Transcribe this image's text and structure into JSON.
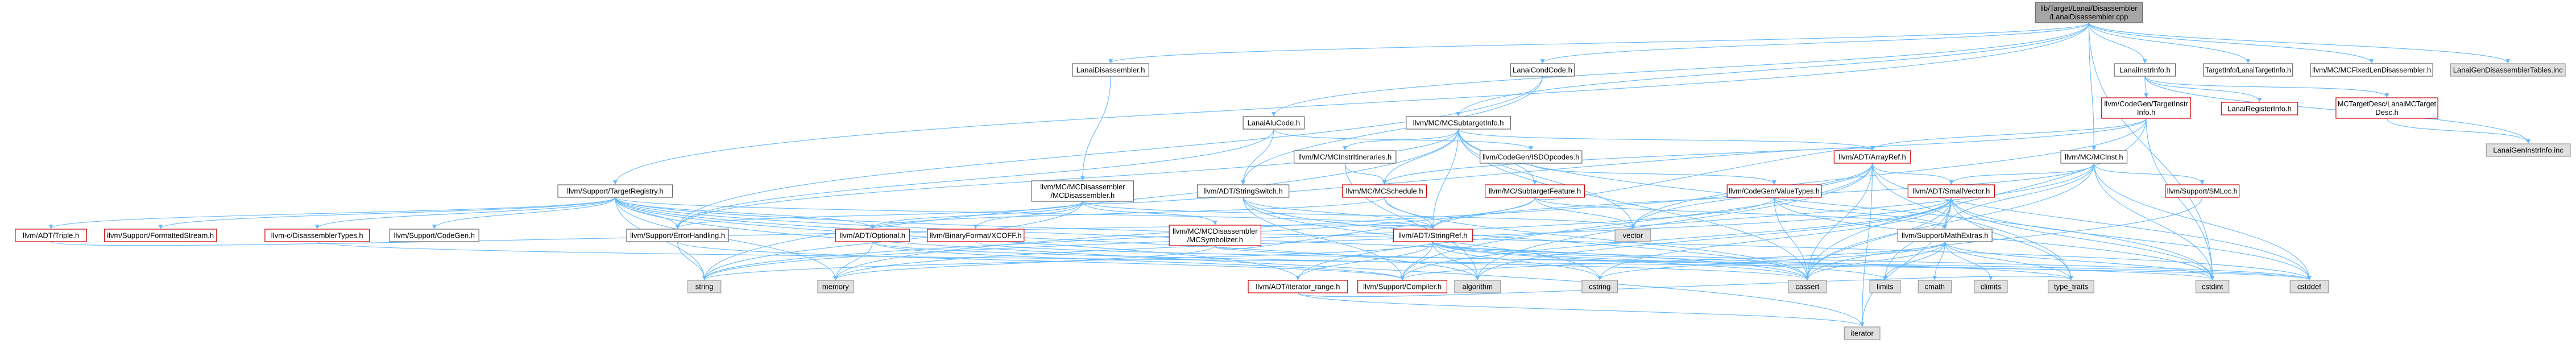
{
  "colors": {
    "edge": "#63b8ff",
    "root_fill": "#a6a6a6",
    "missing_border": "#cc0000",
    "system_fill": "#e0e0e0"
  },
  "nodes": [
    {
      "id": "root",
      "kind": "root",
      "label": [
        "lib/Target/Lanai/Disassembler",
        "/LanaiDisassembler.cpp"
      ]
    },
    {
      "id": "lanaidis_h",
      "kind": "doc",
      "label": [
        "LanaiDisassembler.h"
      ]
    },
    {
      "id": "lanaicond",
      "kind": "doc",
      "label": [
        "LanaiCondCode.h"
      ]
    },
    {
      "id": "lanaiinstr",
      "kind": "doc",
      "label": [
        "LanaiInstrInfo.h"
      ]
    },
    {
      "id": "targetinfo",
      "kind": "doc",
      "label": [
        "TargetInfo/LanaiTargetInfo.h"
      ]
    },
    {
      "id": "fixedlen",
      "kind": "doc",
      "label": [
        "llvm/MC/MCFixedLenDisassembler.h"
      ]
    },
    {
      "id": "gentables",
      "kind": "grey",
      "label": [
        "LanaiGenDisassemblerTables.inc"
      ]
    },
    {
      "id": "codegen_tii",
      "kind": "red",
      "label": [
        "llvm/CodeGen/TargetInstr",
        "Info.h"
      ]
    },
    {
      "id": "lanairegs",
      "kind": "red",
      "label": [
        "LanaiRegisterInfo.h"
      ]
    },
    {
      "id": "mcdesc",
      "kind": "red",
      "label": [
        "MCTargetDesc/LanaiMCTarget",
        "Desc.h"
      ]
    },
    {
      "id": "lanaialu",
      "kind": "doc",
      "label": [
        "LanaiAluCode.h"
      ]
    },
    {
      "id": "mcsti",
      "kind": "doc",
      "label": [
        "llvm/MC/MCSubtargetInfo.h"
      ]
    },
    {
      "id": "geninstrinfo",
      "kind": "grey",
      "label": [
        "LanaiGenInstrInfo.inc"
      ]
    },
    {
      "id": "mcinst",
      "kind": "doc",
      "label": [
        "llvm/MC/MCInst.h"
      ]
    },
    {
      "id": "mcinstrit",
      "kind": "doc",
      "label": [
        "llvm/MC/MCInstrItineraries.h"
      ]
    },
    {
      "id": "isdopc",
      "kind": "doc",
      "label": [
        "llvm/CodeGen/ISDOpcodes.h"
      ]
    },
    {
      "id": "arrayref",
      "kind": "red",
      "label": [
        "llvm/ADT/ArrayRef.h"
      ]
    },
    {
      "id": "targetreg",
      "kind": "doc",
      "label": [
        "llvm/Support/TargetRegistry.h"
      ]
    },
    {
      "id": "mcdis",
      "kind": "doc",
      "label": [
        "llvm/MC/MCDisassembler",
        "/MCDisassembler.h"
      ]
    },
    {
      "id": "stringswitch",
      "kind": "doc",
      "label": [
        "llvm/ADT/StringSwitch.h"
      ]
    },
    {
      "id": "mcsched",
      "kind": "red",
      "label": [
        "llvm/MC/MCSchedule.h"
      ]
    },
    {
      "id": "subfeat",
      "kind": "red",
      "label": [
        "llvm/MC/SubtargetFeature.h"
      ]
    },
    {
      "id": "valuetypes",
      "kind": "red",
      "label": [
        "llvm/CodeGen/ValueTypes.h"
      ]
    },
    {
      "id": "smallvec",
      "kind": "red",
      "label": [
        "llvm/ADT/SmallVector.h"
      ]
    },
    {
      "id": "smloc",
      "kind": "red",
      "label": [
        "llvm/Support/SMLoc.h"
      ]
    },
    {
      "id": "triple",
      "kind": "red",
      "label": [
        "llvm/ADT/Triple.h"
      ]
    },
    {
      "id": "fmtstream",
      "kind": "red",
      "label": [
        "llvm/Support/FormattedStream.h"
      ]
    },
    {
      "id": "cdistypes",
      "kind": "red",
      "label": [
        "llvm-c/DisassemblerTypes.h"
      ]
    },
    {
      "id": "supcodegen",
      "kind": "doc",
      "label": [
        "llvm/Support/CodeGen.h"
      ]
    },
    {
      "id": "errhandling",
      "kind": "doc",
      "label": [
        "llvm/Support/ErrorHandling.h"
      ]
    },
    {
      "id": "optional",
      "kind": "red",
      "label": [
        "llvm/ADT/Optional.h"
      ]
    },
    {
      "id": "xcoff",
      "kind": "red",
      "label": [
        "llvm/BinaryFormat/XCOFF.h"
      ]
    },
    {
      "id": "symbolizer",
      "kind": "red",
      "label": [
        "llvm/MC/MCDisassembler",
        "/MCSymbolizer.h"
      ]
    },
    {
      "id": "stringref",
      "kind": "red",
      "label": [
        "llvm/ADT/StringRef.h"
      ]
    },
    {
      "id": "vector",
      "kind": "grey",
      "label": [
        "vector"
      ]
    },
    {
      "id": "mathextras",
      "kind": "doc",
      "label": [
        "llvm/Support/MathExtras.h"
      ]
    },
    {
      "id": "string",
      "kind": "grey",
      "label": [
        "string"
      ]
    },
    {
      "id": "memory",
      "kind": "grey",
      "label": [
        "memory"
      ]
    },
    {
      "id": "iterrange",
      "kind": "red",
      "label": [
        "llvm/ADT/iterator_range.h"
      ]
    },
    {
      "id": "compiler",
      "kind": "red",
      "label": [
        "llvm/Support/Compiler.h"
      ]
    },
    {
      "id": "algorithm",
      "kind": "grey",
      "label": [
        "algorithm"
      ]
    },
    {
      "id": "cstring",
      "kind": "grey",
      "label": [
        "cstring"
      ]
    },
    {
      "id": "cassert",
      "kind": "grey",
      "label": [
        "cassert"
      ]
    },
    {
      "id": "limits",
      "kind": "grey",
      "label": [
        "limits"
      ]
    },
    {
      "id": "cmath",
      "kind": "grey",
      "label": [
        "cmath"
      ]
    },
    {
      "id": "climits",
      "kind": "grey",
      "label": [
        "climits"
      ]
    },
    {
      "id": "typetraits",
      "kind": "grey",
      "label": [
        "type_traits"
      ]
    },
    {
      "id": "cstdint",
      "kind": "grey",
      "label": [
        "cstdint"
      ]
    },
    {
      "id": "cstddef",
      "kind": "grey",
      "label": [
        "cstddef"
      ]
    },
    {
      "id": "iterator",
      "kind": "grey",
      "label": [
        "iterator"
      ]
    }
  ],
  "edges": [
    [
      "root",
      "lanaidis_h"
    ],
    [
      "root",
      "lanaicond"
    ],
    [
      "root",
      "lanaiinstr"
    ],
    [
      "root",
      "targetinfo"
    ],
    [
      "root",
      "fixedlen"
    ],
    [
      "root",
      "gentables"
    ],
    [
      "root",
      "mcinst"
    ],
    [
      "root",
      "targetreg"
    ],
    [
      "root",
      "mcsti"
    ],
    [
      "root",
      "lanaialu"
    ],
    [
      "root",
      "cstdint"
    ],
    [
      "lanaidis_h",
      "mcdis"
    ],
    [
      "lanaicond",
      "errhandling"
    ],
    [
      "lanaicond",
      "stringswitch"
    ],
    [
      "lanaiinstr",
      "codegen_tii"
    ],
    [
      "lanaiinstr",
      "lanairegs"
    ],
    [
      "lanaiinstr",
      "mcdesc"
    ],
    [
      "lanaiinstr",
      "geninstrinfo"
    ],
    [
      "codegen_tii",
      "arrayref"
    ],
    [
      "codegen_tii",
      "mcsched"
    ],
    [
      "codegen_tii",
      "vector"
    ],
    [
      "codegen_tii",
      "cassert"
    ],
    [
      "codegen_tii",
      "cstdint"
    ],
    [
      "mcdesc",
      "geninstrinfo"
    ],
    [
      "lanaialu",
      "stringswitch"
    ],
    [
      "lanaialu",
      "errhandling"
    ],
    [
      "lanaialu",
      "isdopc"
    ],
    [
      "mcsti",
      "mcinstrit"
    ],
    [
      "mcsti",
      "mcsched"
    ],
    [
      "mcsti",
      "subfeat"
    ],
    [
      "mcsti",
      "arrayref"
    ],
    [
      "mcsti",
      "stringref"
    ],
    [
      "mcsti",
      "cassert"
    ],
    [
      "mcsti",
      "cstdint"
    ],
    [
      "mcsti",
      "string"
    ],
    [
      "mcsti",
      "vector"
    ],
    [
      "mcsti",
      "errhandling"
    ],
    [
      "mcinst",
      "smallvec"
    ],
    [
      "mcinst",
      "smloc"
    ],
    [
      "mcinst",
      "iterrange"
    ],
    [
      "mcinst",
      "mathextras"
    ],
    [
      "mcinst",
      "cassert"
    ],
    [
      "mcinst",
      "cstddef"
    ],
    [
      "mcinst",
      "cstdint"
    ],
    [
      "mcinst",
      "stringref"
    ],
    [
      "mcinstrit",
      "mcsched"
    ],
    [
      "mcinstrit",
      "algorithm"
    ],
    [
      "isdopc",
      "valuetypes"
    ],
    [
      "arrayref",
      "smallvec"
    ],
    [
      "arrayref",
      "compiler"
    ],
    [
      "arrayref",
      "algorithm"
    ],
    [
      "arrayref",
      "cassert"
    ],
    [
      "arrayref",
      "cstddef"
    ],
    [
      "arrayref",
      "iterator"
    ],
    [
      "arrayref",
      "memory"
    ],
    [
      "arrayref",
      "typetraits"
    ],
    [
      "arrayref",
      "vector"
    ],
    [
      "targetreg",
      "triple"
    ],
    [
      "targetreg",
      "fmtstream"
    ],
    [
      "targetreg",
      "cdistypes"
    ],
    [
      "targetreg",
      "supcodegen"
    ],
    [
      "targetreg",
      "errhandling"
    ],
    [
      "targetreg",
      "optional"
    ],
    [
      "targetreg",
      "stringref"
    ],
    [
      "targetreg",
      "iterrange"
    ],
    [
      "targetreg",
      "algorithm"
    ],
    [
      "targetreg",
      "cassert"
    ],
    [
      "targetreg",
      "cstddef"
    ],
    [
      "targetreg",
      "iterator"
    ],
    [
      "targetreg",
      "memory"
    ],
    [
      "targetreg",
      "string"
    ],
    [
      "mcdis",
      "xcoff"
    ],
    [
      "mcdis",
      "symbolizer"
    ],
    [
      "mcdis",
      "optional"
    ],
    [
      "mcdis",
      "errhandling"
    ],
    [
      "mcdis",
      "arrayref"
    ],
    [
      "mcdis",
      "string"
    ],
    [
      "mcdis",
      "vector"
    ],
    [
      "stringswitch",
      "stringref"
    ],
    [
      "stringswitch",
      "compiler"
    ],
    [
      "stringswitch",
      "cassert"
    ],
    [
      "stringswitch",
      "cstring"
    ],
    [
      "mcsched",
      "stringref"
    ],
    [
      "mcsched",
      "optional"
    ],
    [
      "mcsched",
      "cassert"
    ],
    [
      "subfeat",
      "stringref"
    ],
    [
      "subfeat",
      "string"
    ],
    [
      "subfeat",
      "vector"
    ],
    [
      "subfeat",
      "mathextras"
    ],
    [
      "subfeat",
      "arrayref"
    ],
    [
      "valuetypes",
      "mathextras"
    ],
    [
      "valuetypes",
      "cassert"
    ],
    [
      "valuetypes",
      "cstdint"
    ],
    [
      "valuetypes",
      "string"
    ],
    [
      "smallvec",
      "compiler"
    ],
    [
      "smallvec",
      "mathextras"
    ],
    [
      "smallvec",
      "algorithm"
    ],
    [
      "smallvec",
      "cassert"
    ],
    [
      "smallvec",
      "cstddef"
    ],
    [
      "smallvec",
      "cstdint"
    ],
    [
      "smallvec",
      "cstring"
    ],
    [
      "smallvec",
      "iterator"
    ],
    [
      "smallvec",
      "limits"
    ],
    [
      "smallvec",
      "memory"
    ],
    [
      "smallvec",
      "typetraits"
    ],
    [
      "smloc",
      "cassert"
    ],
    [
      "errhandling",
      "compiler"
    ],
    [
      "errhandling",
      "string"
    ],
    [
      "optional",
      "compiler"
    ],
    [
      "optional",
      "cassert"
    ],
    [
      "optional",
      "memory"
    ],
    [
      "symbolizer",
      "stringref"
    ],
    [
      "symbolizer",
      "memory"
    ],
    [
      "symbolizer",
      "cstdint"
    ],
    [
      "stringref",
      "iterrange"
    ],
    [
      "stringref",
      "compiler"
    ],
    [
      "stringref",
      "algorithm"
    ],
    [
      "stringref",
      "cassert"
    ],
    [
      "stringref",
      "cstddef"
    ],
    [
      "stringref",
      "cstring"
    ],
    [
      "stringref",
      "limits"
    ],
    [
      "stringref",
      "string"
    ],
    [
      "stringref",
      "typetraits"
    ],
    [
      "mathextras",
      "compiler"
    ],
    [
      "mathextras",
      "cassert"
    ],
    [
      "mathextras",
      "climits"
    ],
    [
      "mathextras",
      "cmath"
    ],
    [
      "mathextras",
      "cstdint"
    ],
    [
      "mathextras",
      "cstring"
    ],
    [
      "mathextras",
      "limits"
    ],
    [
      "mathextras",
      "typetraits"
    ],
    [
      "iterrange",
      "iterator"
    ],
    [
      "iterrange",
      "typetraits"
    ],
    [
      "triple",
      "stringref"
    ],
    [
      "xcoff",
      "cstddef"
    ],
    [
      "cdistypes",
      "cstddef"
    ]
  ]
}
